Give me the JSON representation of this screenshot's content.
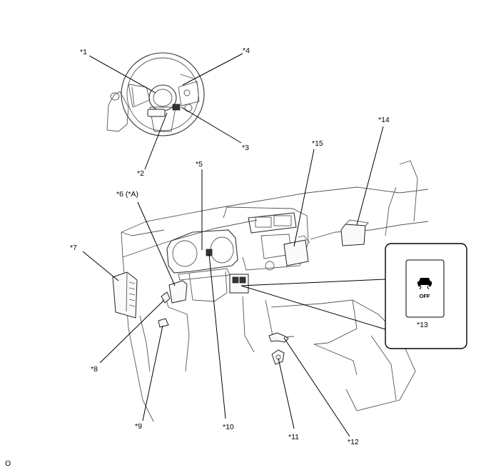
{
  "labels": {
    "c1": "*1",
    "c2": "*2",
    "c3": "*3",
    "c4": "*4",
    "c5": "*5",
    "c6": "*6 (*A)",
    "c7": "*7",
    "c8": "*8",
    "c9": "*9",
    "c10": "*10",
    "c11": "*11",
    "c12": "*12",
    "c13": "*13",
    "c14": "*14",
    "c15": "*15"
  },
  "switch_text": "OFF",
  "footer_code": "O"
}
